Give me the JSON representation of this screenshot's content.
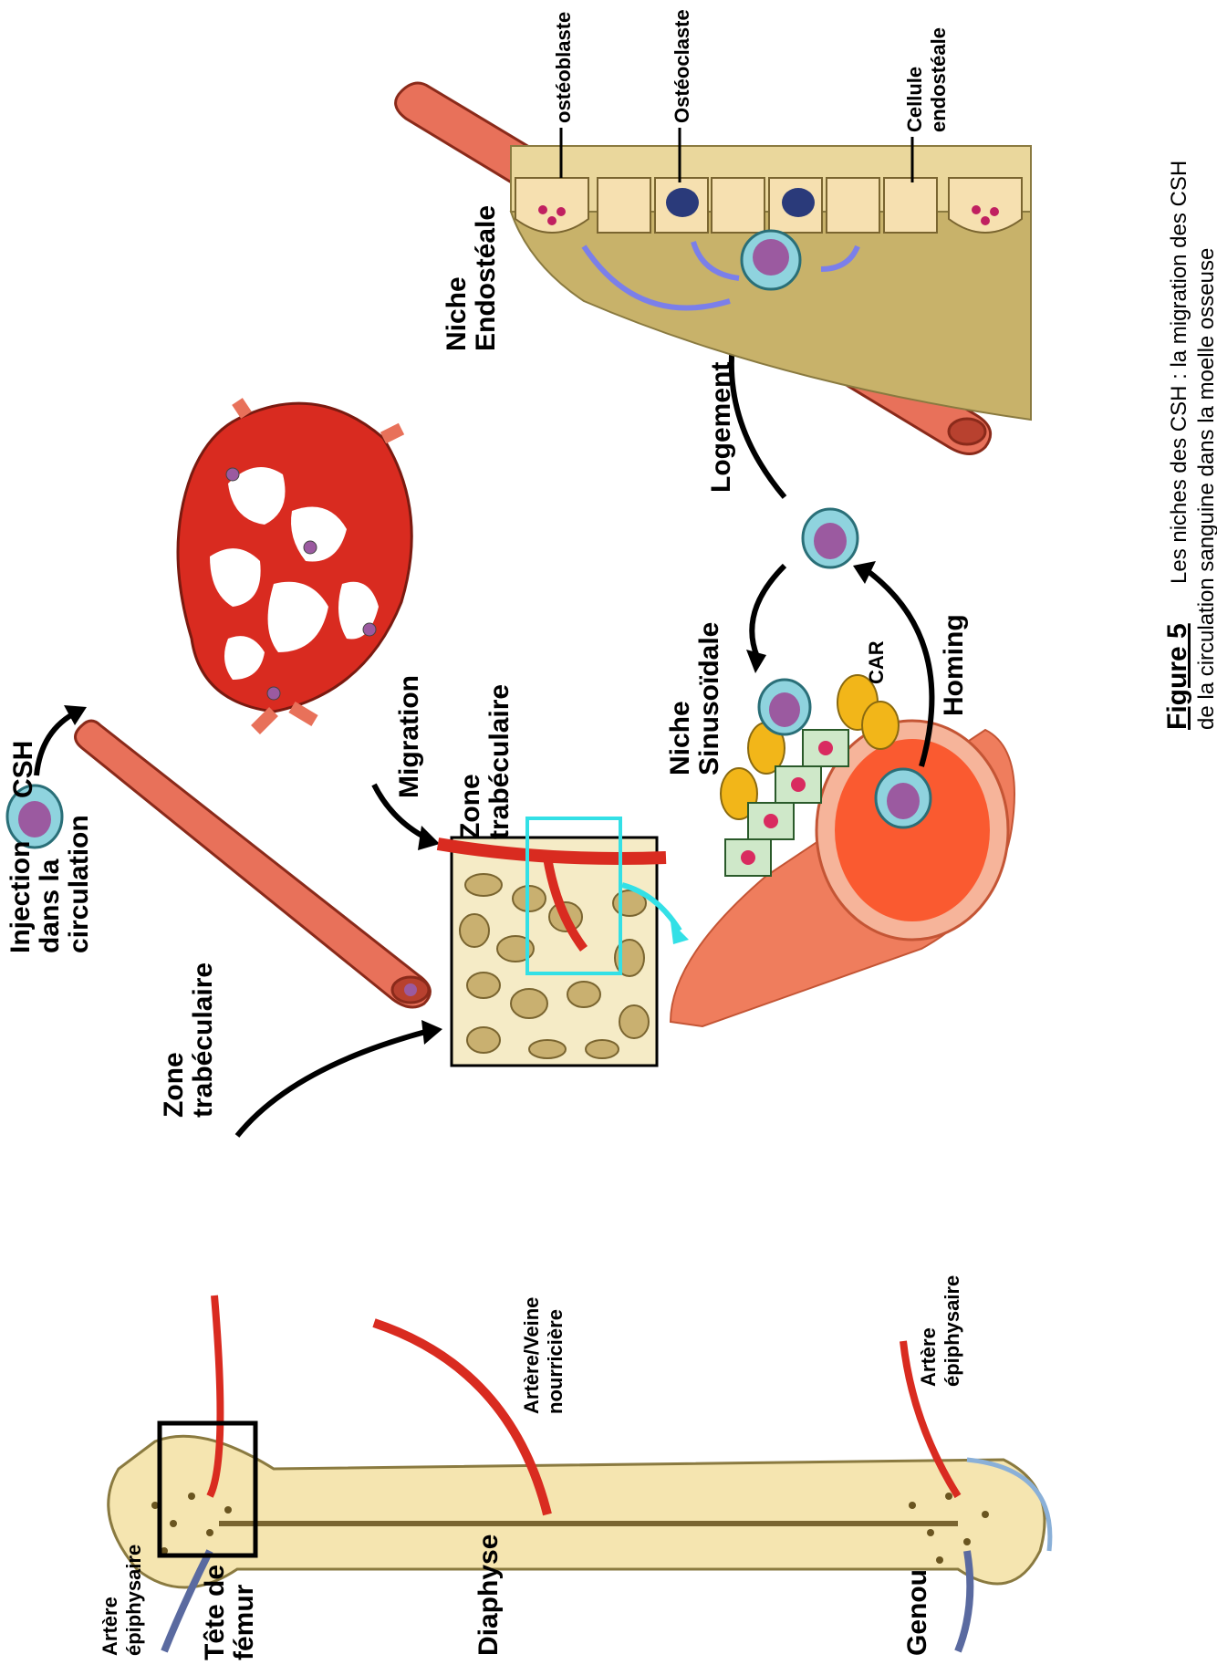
{
  "caption": {
    "figure_label": "Figure 5",
    "colon": " : ",
    "line1": "Les niches des CSH : la migration des CSH",
    "line2": "de la circulation sanguine dans la moelle osseuse"
  },
  "labels": {
    "csh": "CSH",
    "injection": [
      "Injection",
      "dans la",
      "circulation"
    ],
    "migration": "Migration",
    "zone_trab_top": [
      "Zone",
      "trabéculaire"
    ],
    "zone_trab_left": [
      "Zone",
      "trabéculaire"
    ],
    "niche_endosteale": [
      "Niche",
      "Endostéale"
    ],
    "niche_sinusoidale": [
      "Niche",
      "Sinusoïdale"
    ],
    "logement": "Logement",
    "homing": "Homing",
    "car": "CAR",
    "osteoblaste": "ostéoblaste",
    "osteoclaste": "Ostéoclaste",
    "cellule_endosteale": [
      "Cellule",
      "endostéale"
    ],
    "artere_epiphysaire_left": [
      "Artère",
      "épiphysaire"
    ],
    "tete_femur": [
      "Tête de",
      "fémur"
    ],
    "diaphyse": "Diaphyse",
    "artere_veine_nourriciere": [
      "Artère/Veine",
      "nourricière"
    ],
    "artere_epiphysaire_right": [
      "Artère",
      "épiphysaire"
    ],
    "genou": "Genou"
  },
  "colors": {
    "vessel": "#e8715a",
    "blood": "#d92b20",
    "bone": "#f2e3b3",
    "bone_dark": "#c8b26a",
    "cell_cyan": "#8fd3de",
    "cell_purple": "#9b5aa0",
    "highlight_box": "#33e0e6",
    "arrow_blue": "#7b7fea",
    "car_yellow": "#f2b619",
    "endo_green": "#cfe8c9"
  }
}
